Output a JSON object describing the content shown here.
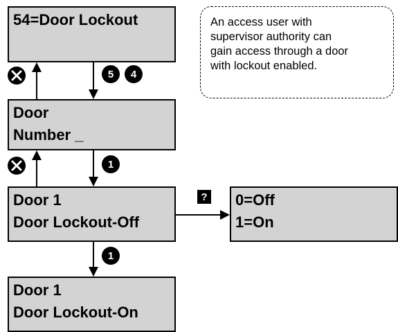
{
  "screens": {
    "menu": {
      "line1": "54=Door Lockout"
    },
    "door_number": {
      "line1": "Door",
      "line2": "Number _"
    },
    "door_off": {
      "line1": "Door 1",
      "line2": "Door Lockout-Off"
    },
    "options": {
      "line1": "0=Off",
      "line2": "1=On"
    },
    "door_on": {
      "line1": "Door 1",
      "line2": "Door Lockout-On"
    }
  },
  "note": {
    "lines": [
      "An access user with",
      "supervisor authority can",
      "gain access through a door",
      "with lockout enabled."
    ]
  },
  "keys": {
    "k5": "5",
    "k4": "4",
    "k1a": "1",
    "k1b": "1",
    "help": "?"
  },
  "icons": {
    "cancel_1": "cancel-x-icon",
    "cancel_2": "cancel-x-icon"
  },
  "colors": {
    "screen_fill": "#d3d3d3",
    "key_fill": "#000000",
    "key_text": "#ffffff"
  }
}
